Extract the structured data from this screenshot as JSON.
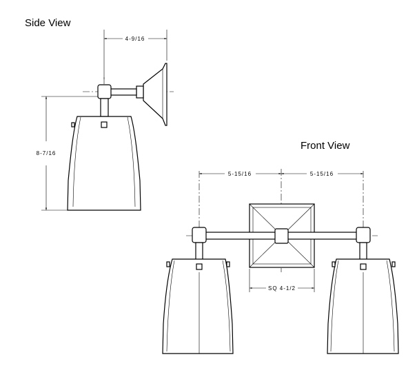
{
  "views": {
    "side": {
      "title": "Side View"
    },
    "front": {
      "title": "Front View"
    }
  },
  "dimensions": {
    "side_extension": "4-9/16",
    "side_height": "8-7/16",
    "front_left_spacing": "5-15/16",
    "front_right_spacing": "5-15/16",
    "backplate_square": "SQ 4-1/2"
  }
}
